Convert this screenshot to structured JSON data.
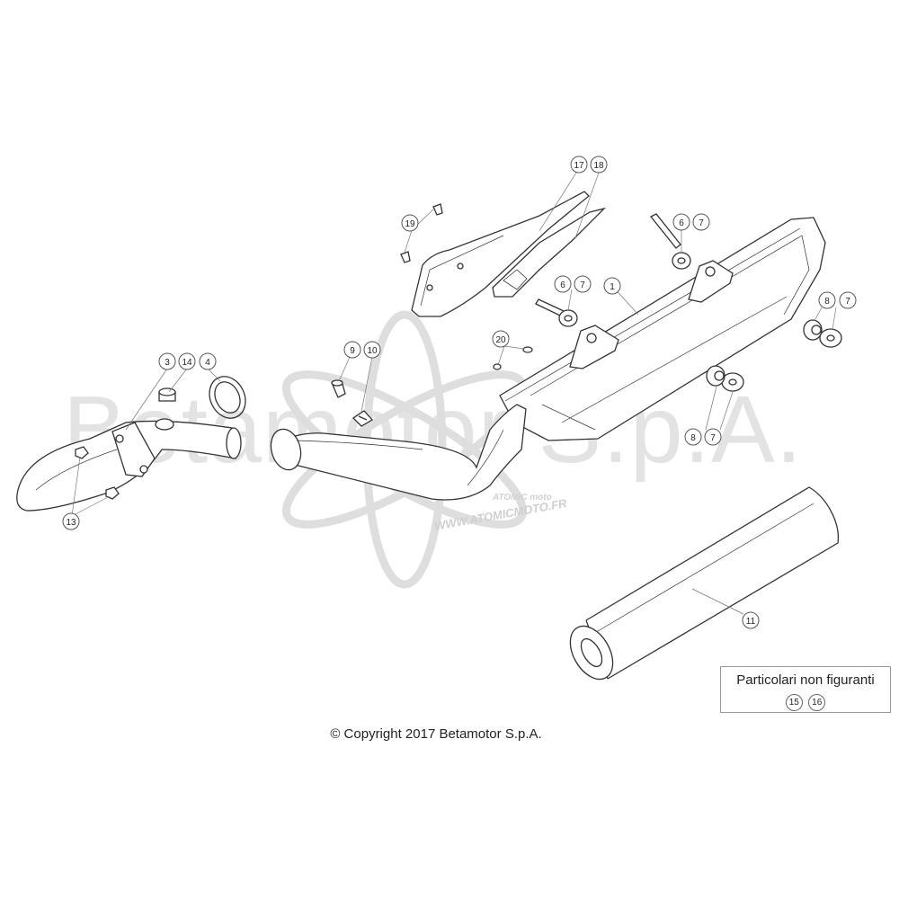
{
  "watermark": {
    "company_text": "Betamotor S.p.A.",
    "site_text": "WWW.ATOMICMOTO.FR",
    "logo_text": "ATOMIC moto"
  },
  "callouts": [
    "1",
    "3",
    "4",
    "6",
    "7",
    "6",
    "7",
    "7",
    "8",
    "7",
    "8",
    "9",
    "10",
    "11",
    "13",
    "14",
    "17",
    "18",
    "19",
    "20"
  ],
  "legend": {
    "title": "Particolari non figuranti",
    "numbers": [
      "15",
      "16"
    ]
  },
  "copyright": "© Copyright 2017 Betamotor S.p.A.",
  "colors": {
    "line": "#333333",
    "watermark": "#e0e0e0",
    "leader": "#777777"
  }
}
